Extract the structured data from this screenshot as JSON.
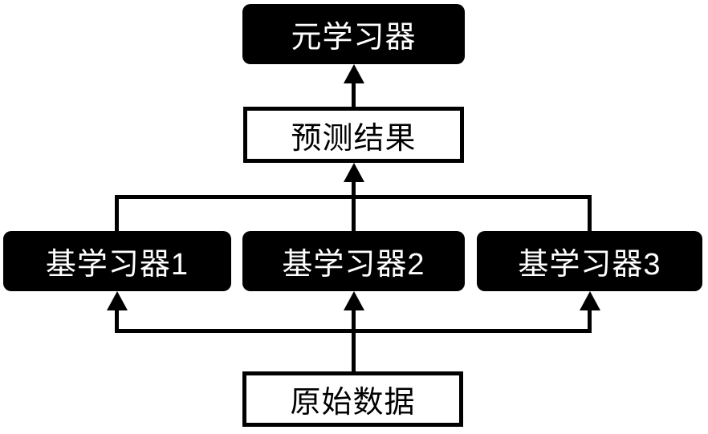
{
  "diagram": {
    "nodes": {
      "meta_learner": {
        "label": "元学习器"
      },
      "prediction": {
        "label": "预测结果"
      },
      "base_learner_1": {
        "label": "基学习器1"
      },
      "base_learner_2": {
        "label": "基学习器2"
      },
      "base_learner_3": {
        "label": "基学习器3"
      },
      "raw_data": {
        "label": "原始数据"
      }
    },
    "colors": {
      "dark_node_fill": "#000000",
      "dark_node_text": "#ffffff",
      "light_node_fill": "#ffffff",
      "light_node_border": "#000000",
      "connector": "#000000",
      "background": "#ffffff"
    }
  }
}
